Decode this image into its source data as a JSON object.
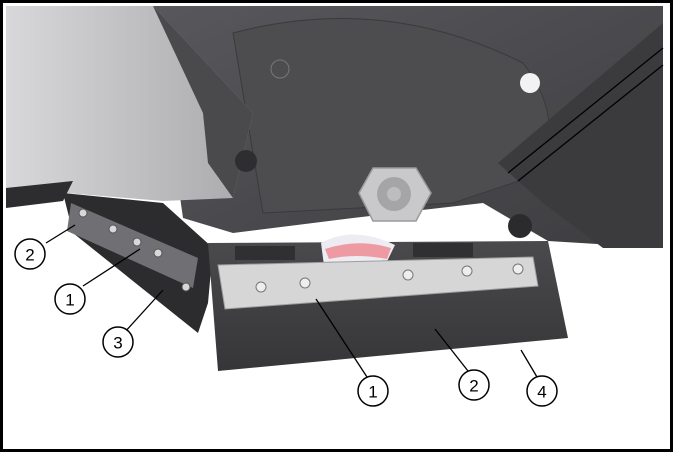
{
  "callouts": [
    {
      "id": "c-2-left",
      "label": "2"
    },
    {
      "id": "c-1-left",
      "label": "1"
    },
    {
      "id": "c-3-left",
      "label": "3"
    },
    {
      "id": "c-1-bottom",
      "label": "1"
    },
    {
      "id": "c-2-bottom",
      "label": "2"
    },
    {
      "id": "c-4-bottom",
      "label": "4"
    }
  ],
  "colors": {
    "frame": "#000000",
    "housing_dark": "#4b4b4e",
    "housing_mid": "#5b5b5f",
    "panel_light": "#c9c9cb",
    "strip": "#d4d4d4",
    "knife_plate": "#404043"
  }
}
